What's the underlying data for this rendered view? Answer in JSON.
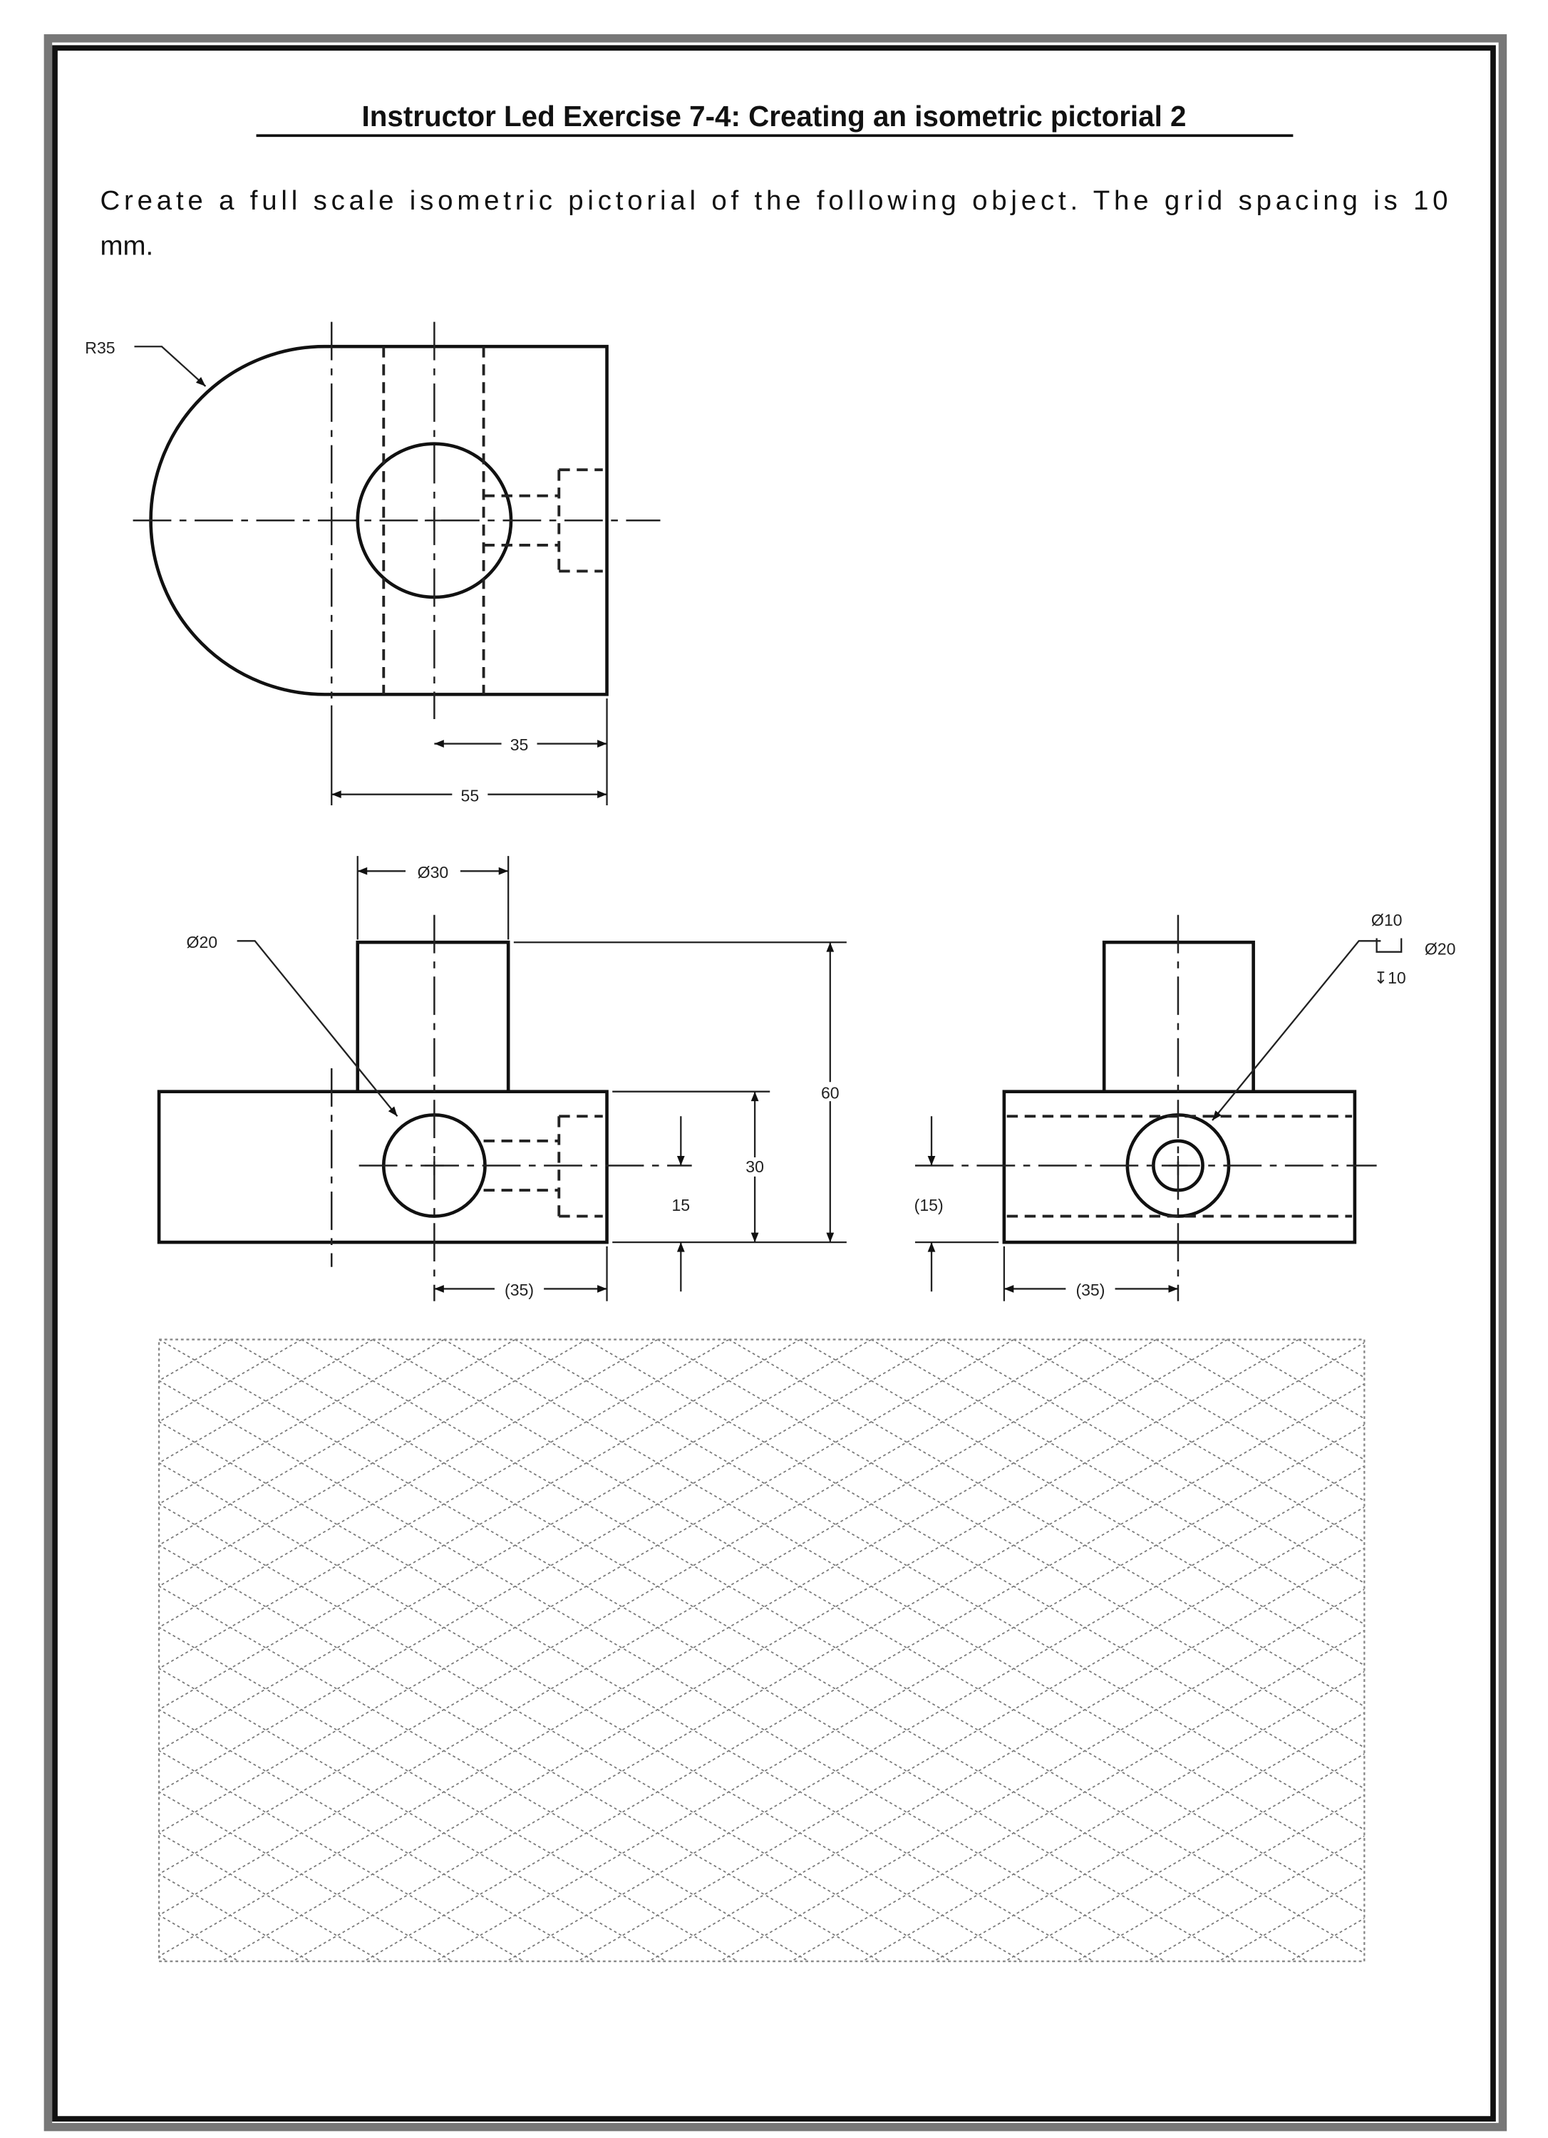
{
  "document": {
    "title": "Instructor Led Exercise 7-4:  Creating an isometric pictorial 2",
    "instructions_line1": "Create a full scale isometric pictorial of the following object.  The grid spacing is 10",
    "instructions_line2": "mm."
  },
  "top_view": {
    "radius_label": "R35",
    "dim_inner": "35",
    "dim_outer": "55"
  },
  "front_view": {
    "dia_top_label": "Ø30",
    "hole_label": "Ø20",
    "height_total": "60",
    "height_base": "30",
    "hole_height": "15",
    "hole_offset": "(35)"
  },
  "side_view": {
    "hole_dia": "Ø10",
    "cbore_dia": "Ø20",
    "cbore_depth": "↧10",
    "hole_height": "(15)",
    "hole_offset": "(35)"
  },
  "grid": {
    "type": "isometric",
    "spacing_mm": 10
  }
}
